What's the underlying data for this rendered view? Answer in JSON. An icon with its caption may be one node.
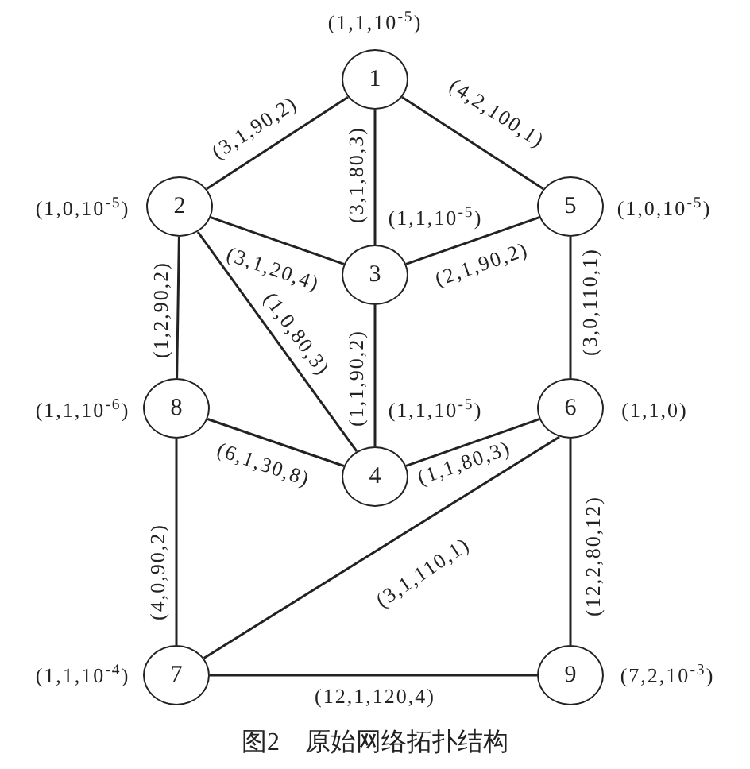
{
  "diagram": {
    "caption": "图2　原始网络拓扑结构",
    "nodes": [
      {
        "text": [
          "1"
        ],
        "beside": [
          "(1,1,10$^{-5}$)"
        ]
      },
      {
        "text": [
          "2"
        ],
        "beside": [
          "(1,0,10$^{-5}$)"
        ]
      },
      {
        "text": [
          "3"
        ],
        "beside": [
          "(1,1,10$^{-5}$)"
        ]
      },
      {
        "text": [
          "5"
        ],
        "beside": [
          "(1,0,10$^{-5}$)"
        ]
      },
      {
        "text": [
          "8"
        ],
        "beside": [
          "(1,1,10$^{-6}$)"
        ]
      },
      {
        "text": [
          "4"
        ],
        "beside": [
          "(1,1,10$^{-5}$)"
        ]
      },
      {
        "text": [
          "6"
        ],
        "beside": [
          "(1,1,0)"
        ]
      },
      {
        "text": [
          "7"
        ],
        "beside": [
          "(1,1,10$^{-4}$)"
        ]
      },
      {
        "text": [
          "9"
        ],
        "beside": [
          "(7,2,10$^{-3}$)"
        ]
      }
    ],
    "edges": [
      {
        "from": 0,
        "to": 1,
        "arrow": "none",
        "label": "(3,1,90,2)"
      },
      {
        "from": 0,
        "to": 2,
        "arrow": "none",
        "label": "(3,1,80,3)"
      },
      {
        "from": 0,
        "to": 3,
        "arrow": "none",
        "label": "(4,2,100,1)"
      },
      {
        "from": 1,
        "to": 2,
        "arrow": "none",
        "label": "(3,1,20,4)"
      },
      {
        "from": 2,
        "to": 3,
        "arrow": "none",
        "label": "(2,1,90,2)"
      },
      {
        "from": 1,
        "to": 4,
        "arrow": "none",
        "label": "(1,2,90,2)"
      },
      {
        "from": 1,
        "to": 5,
        "arrow": "none",
        "label": "(1,0,80,3)"
      },
      {
        "from": 2,
        "to": 5,
        "arrow": "none",
        "label": "(1,1,90,2)"
      },
      {
        "from": 3,
        "to": 6,
        "arrow": "none",
        "label": "(3,0,110,1)"
      },
      {
        "from": 4,
        "to": 5,
        "arrow": "none",
        "label": "(6,1,30,8)"
      },
      {
        "from": 5,
        "to": 6,
        "arrow": "none",
        "label": "(1,1,80,3)"
      },
      {
        "from": 4,
        "to": 7,
        "arrow": "none",
        "label": "(4,0,90,2)"
      },
      {
        "from": 6,
        "to": 7,
        "arrow": "none",
        "label": "(3,1,110,1)"
      },
      {
        "from": 6,
        "to": 8,
        "arrow": "none",
        "label": "(12,2,80,12)"
      },
      {
        "from": 7,
        "to": 8,
        "arrow": "none",
        "label": "(12,1,120,4)"
      }
    ]
  }
}
